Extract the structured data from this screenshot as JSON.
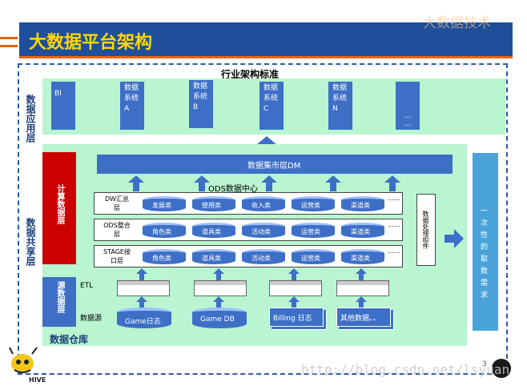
{
  "header": {
    "title": "大数据平台架构",
    "watermark_top": "大数据技术",
    "bg_color": "#1f4e9b",
    "title_color": "#ffd700",
    "accent_color": "#e8620f"
  },
  "app_area": {
    "label": "数据应用层",
    "banner": "行业架构标准",
    "boxes": [
      "BI",
      "数据系统A",
      "数据系统B",
      "数据系统C",
      "数据系统N",
      "……"
    ]
  },
  "share_area": {
    "label": "数据共享层",
    "warehouse_label": "数据仓库",
    "calc_label": "计算数据层",
    "source_label": "源数据层",
    "dm_bar": "数据集市层DM",
    "ods_center": "ODS数据中心",
    "rows": [
      {
        "label": "DW汇总层",
        "items": [
          "发展类",
          "使用类",
          "收入类",
          "运营类",
          "渠道类",
          "……"
        ]
      },
      {
        "label": "ODS整合层",
        "items": [
          "角色类",
          "道具类",
          "活动类",
          "运营类",
          "渠道类",
          "……"
        ]
      },
      {
        "label": "STAGE接口层",
        "items": [
          "角色类",
          "道具类",
          "活动类",
          "运营类",
          "渠道类",
          "……"
        ]
      }
    ],
    "side_panel": "数据处理组件",
    "etl_label": "ETL",
    "datasource_label": "数据源",
    "sources": [
      "Game日志",
      "Game DB",
      "Billing 日志",
      "其他数据。。"
    ]
  },
  "right_panel": "一次性的取数需求",
  "footer": {
    "page_number": "3",
    "watermark_url": "http://blog.csdn.net/lsyuan",
    "logo_text": "HIVE"
  }
}
